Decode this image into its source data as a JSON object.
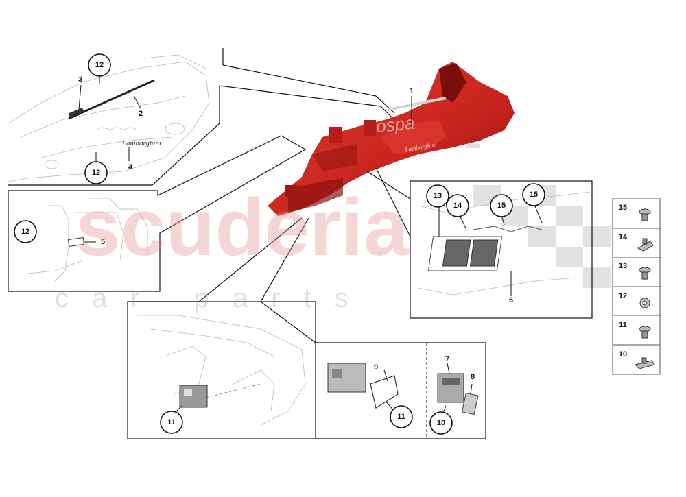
{
  "watermark": {
    "main": "scuderia",
    "sub": "car parts"
  },
  "logo_text": "Lamborghini",
  "callouts": {
    "c1": "1",
    "c2": "2",
    "c3": "3",
    "c4": "4",
    "c5": "5",
    "c6": "6",
    "c7": "7",
    "c8": "8",
    "c9": "9",
    "c12a": "12",
    "c12b": "12",
    "c12c": "12",
    "c13": "13",
    "c14": "14",
    "c15a": "15",
    "c15b": "15",
    "c11a": "11",
    "c11b": "11",
    "c10": "10"
  },
  "legend": [
    {
      "num": "15",
      "icon": "screw-icon"
    },
    {
      "num": "14",
      "icon": "clip-icon"
    },
    {
      "num": "13",
      "icon": "screw-icon"
    },
    {
      "num": "12",
      "icon": "grommet-icon"
    },
    {
      "num": "11",
      "icon": "screw-icon"
    },
    {
      "num": "10",
      "icon": "clip-icon"
    }
  ],
  "colors": {
    "part_red": "#c8241e",
    "part_dark": "#7a0e0a",
    "watermark_red": "#e58a8a"
  }
}
